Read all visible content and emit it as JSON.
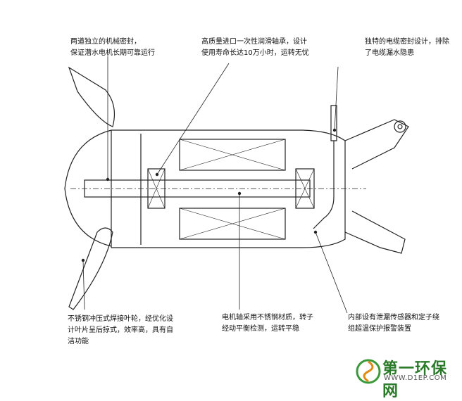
{
  "callouts": {
    "mechanical_seal": [
      "两道独立的机械密封，",
      "保证潜水电机长期可靠运行"
    ],
    "bearing": [
      "高质量进口一次性润滑轴承，设计",
      "使用寿命长达10万小时，运转无忧"
    ],
    "cable_seal": [
      "独特的电缆密封设计，排除",
      "了电缆漏水隐患"
    ],
    "impeller": [
      "不锈钢冲压式焊接叶轮，经优化设",
      "计叶片呈后掠式，效率高，具有自",
      "洁功能"
    ],
    "shaft": [
      "电机轴采用不锈钢材质，转子",
      "经动平衡检测，运转平稳"
    ],
    "sensors": [
      "内部设有泄漏传感器和定子绕",
      "组超温保护报警装置"
    ]
  },
  "logo": {
    "name_cn": "第一环保网",
    "url": "WWW.D1EP.COM"
  }
}
